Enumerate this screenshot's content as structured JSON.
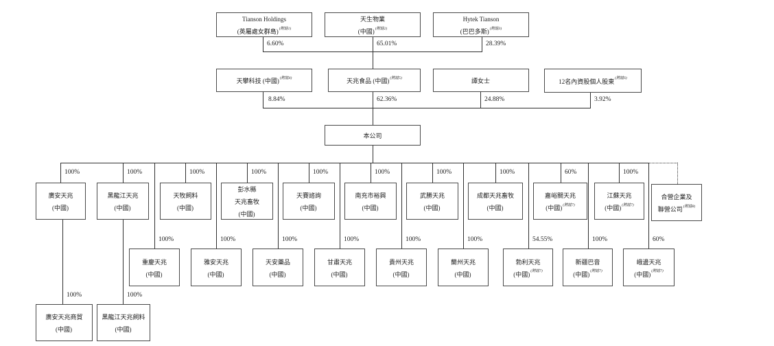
{
  "colors": {
    "line": "#2e2e2e",
    "box_border": "#474747",
    "text": "#1c1c1c",
    "background": "#ffffff"
  },
  "company": {
    "label": "本公司"
  },
  "top_row": [
    {
      "label": "Tianson Holdings\n(英屬處女群島)",
      "note": "(附註1)",
      "ownership": "6.60%"
    },
    {
      "label": "天生物業\n(中國)",
      "note": "(附註2)",
      "ownership": "65.01%"
    },
    {
      "label": "Hytek Tianson\n(巴巴多斯)",
      "note": "(附註3)",
      "ownership": "28.39%"
    }
  ],
  "second_row": [
    {
      "label": "天攀科技 (中國)",
      "note": "(附註4)",
      "ownership": "8.84%"
    },
    {
      "label": "天兆食品 (中國)",
      "note": "(附註5)",
      "ownership": "62.36%"
    },
    {
      "label": "譚女士",
      "note": "",
      "ownership": "24.88%"
    },
    {
      "label": "12名內資股個人股東",
      "note": "(附註6)",
      "ownership": "3.92%"
    }
  ],
  "upper_subsidiaries": [
    {
      "label": "廣安天兆\n(中國)",
      "note": "",
      "ownership": "100%"
    },
    {
      "label": "黑龍江天兆\n(中國)",
      "note": "",
      "ownership": "100%"
    },
    {
      "label": "天牧飼料\n(中國)",
      "note": "",
      "ownership": "100%"
    },
    {
      "label": "彭水縣\n天兆畜牧\n(中國)",
      "note": "",
      "ownership": "100%"
    },
    {
      "label": "天賽諮詢\n(中國)",
      "note": "",
      "ownership": "100%"
    },
    {
      "label": "南充市裕興\n(中國)",
      "note": "",
      "ownership": "100%"
    },
    {
      "label": "武勝天兆\n(中國)",
      "note": "",
      "ownership": "100%"
    },
    {
      "label": "成都天兆畜牧\n(中國)",
      "note": "",
      "ownership": "100%"
    },
    {
      "label": "嘉峪關天兆\n(中國)",
      "note": "(附註7)",
      "ownership": "60%"
    },
    {
      "label": "江蘇天兆\n(中國)",
      "note": "(附註7)",
      "ownership": "100%"
    },
    {
      "label": "合營企業及\n聯營公司",
      "note": "(附註8)",
      "ownership": ""
    }
  ],
  "lower_subsidiaries": [
    {
      "label": "重慶天兆\n(中國)",
      "note": "",
      "ownership": "100%"
    },
    {
      "label": "雅安天兆\n(中國)",
      "note": "",
      "ownership": "100%"
    },
    {
      "label": "天安藥品\n(中國)",
      "note": "",
      "ownership": "100%"
    },
    {
      "label": "甘肅天兆\n(中國)",
      "note": "",
      "ownership": "100%"
    },
    {
      "label": "貴州天兆\n(中國)",
      "note": "",
      "ownership": "100%"
    },
    {
      "label": "蘭州天兆\n(中國)",
      "note": "",
      "ownership": "100%"
    },
    {
      "label": "勃利天兆\n(中國)",
      "note": "(附註7)",
      "ownership": "54.55%"
    },
    {
      "label": "新疆巴音\n(中國)",
      "note": "(附註7)",
      "ownership": "100%"
    },
    {
      "label": "峨邊天兆\n(中國)",
      "note": "(附註7)",
      "ownership": "60%"
    }
  ],
  "bottom_subsidiaries": [
    {
      "label": "廣安天兆商貿\n(中國)",
      "note": "",
      "ownership": "100%"
    },
    {
      "label": "黑龍江天兆飼料\n(中國)",
      "note": "",
      "ownership": "100%"
    }
  ]
}
